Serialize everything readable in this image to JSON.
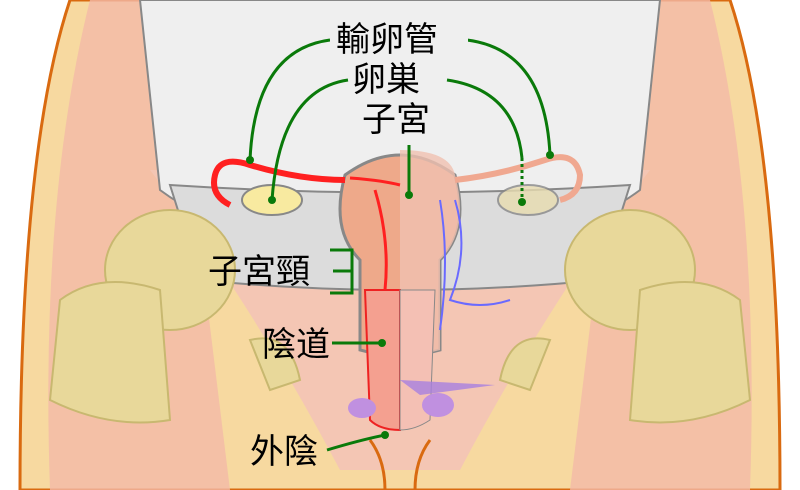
{
  "labels": {
    "fallopian_tube": "輸卵管",
    "ovary": "卵巣",
    "uterus": "子宮",
    "cervix": "子宮頸",
    "vagina": "陰道",
    "vulva": "外陰"
  },
  "colors": {
    "leader": "#0a7a0a",
    "skin": "#f7d9a0",
    "muscle": "#f2b9a8",
    "bone": "#e8d89a",
    "cavity": "#efefef",
    "uterus": "#eea98a",
    "artery": "#ff2020",
    "vein": "#6a6aff"
  }
}
